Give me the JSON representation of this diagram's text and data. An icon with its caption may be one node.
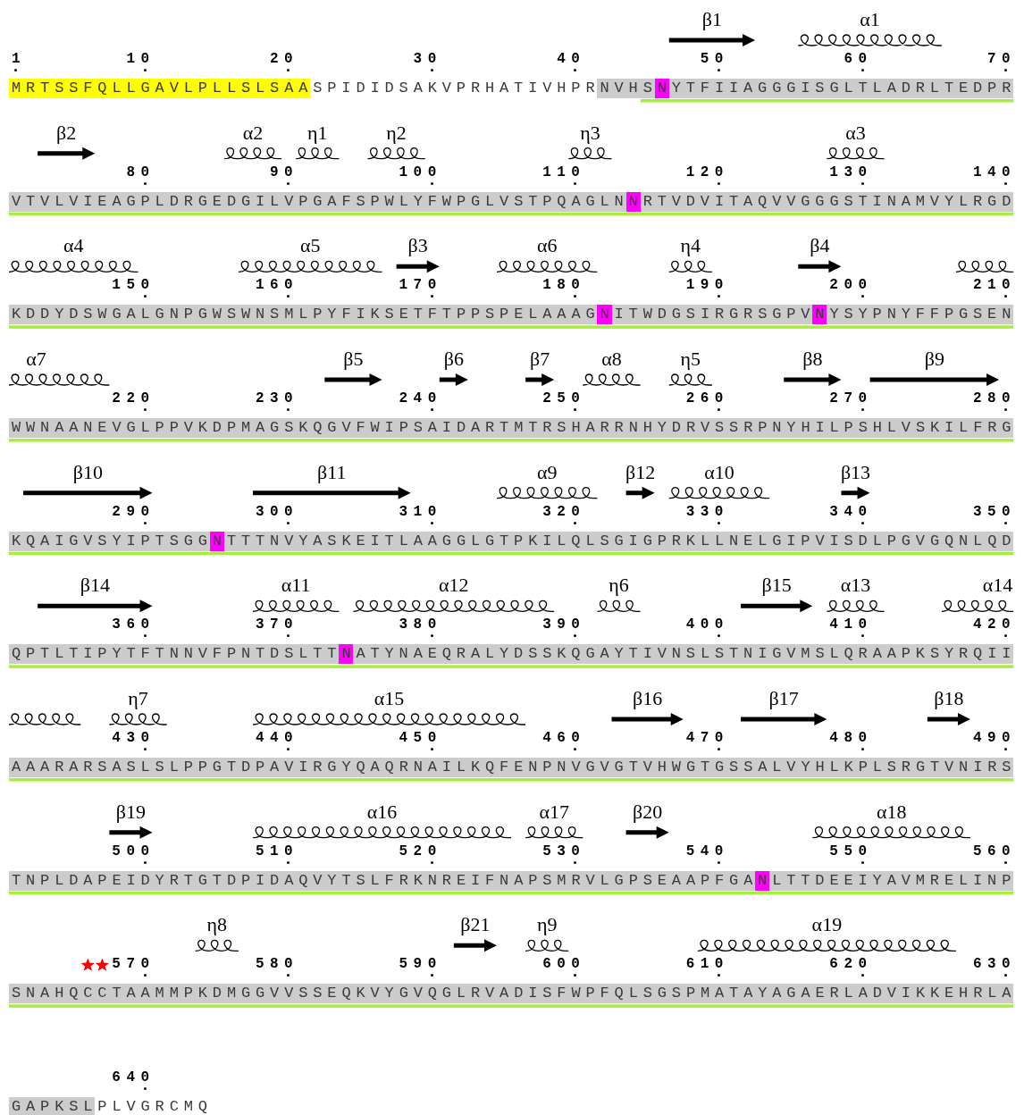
{
  "diagram": {
    "labels": [
      "β1",
      "α1",
      "1",
      "10",
      "20",
      "30",
      "40",
      "50",
      "60",
      "70",
      "MRTSSFQLLGAVLPLLSLSAA",
      "SPIDIDSAKVPRHATIVHPR",
      "NVHS",
      "N",
      "YTFIIAGGGISGLTLADRLTEDPR",
      "β2",
      "α2",
      "η1",
      "η2",
      "η3",
      "α3",
      "80",
      "90",
      "100",
      "110",
      "120",
      "130",
      "140",
      "VTVLVIEAGPLDRGEDGILVPGAFSPWLYFWPGLVSTPQAGLN",
      "N",
      "RTVDVITAQVVGGGSTINAMVYLRGD",
      "α4",
      "α5",
      "β3",
      "α6",
      "η4",
      "β4",
      "150",
      "160",
      "170",
      "180",
      "190",
      "200",
      "210",
      "KDDYDSWGALGNPGWSWNSMLPYFIKSETFTPPSPELAAAG",
      "N",
      "ITWDGSIRGRSGPV",
      "N",
      "YSYPNYFFPGSEN",
      "α7",
      "β5",
      "β6",
      "β7",
      "α8",
      "η5",
      "β8",
      "β9",
      "220",
      "230",
      "240",
      "250",
      "260",
      "270",
      "280",
      "WWNAANEVGLPPVKDPMAGSKQGVFWIPSAIDARTMTRSHARRNHYDRVSSRPNYHILPSHLVSKILFRG",
      "β10",
      "β11",
      "α9",
      "β12",
      "α10",
      "β13",
      "290",
      "300",
      "310",
      "320",
      "330",
      "340",
      "350",
      "KQAIGVSYIPTSGG",
      "N",
      "TTTNVYASKEITLAAGGLGTPKILQLSGIGPRKLLNELGIPVISDLPGVGQNLQD",
      "β14",
      "α11",
      "α12",
      "η6",
      "β15",
      "α13",
      "α14",
      "360",
      "370",
      "380",
      "390",
      "400",
      "410",
      "420",
      "QPTLTIPYTFTNNVFPNTDSLTT",
      "N",
      "ATYNAEQRALYDSSKQGAYTIVNSLSTNIGVMSLQRAAPKSYRQII",
      "η7",
      "α15",
      "β16",
      "β17",
      "β18",
      "430",
      "440",
      "450",
      "460",
      "470",
      "480",
      "490",
      "AAARARSASLSLPPGTDPAVIRGYQAQRNAILKQFENPNVGVGTVHWGTGSSALVYHLKPLSRGTVNIRS",
      "β19",
      "α16",
      "α17",
      "β20",
      "α18",
      "500",
      "510",
      "520",
      "530",
      "540",
      "550",
      "560",
      "TNPLDAPEIDYRTGTDPIDAQVYTSLFRKNREIFNAPSMRVLGPSEAAPFGA",
      "N",
      "LTTDEEIYAVMRELINP",
      "η8",
      "β21",
      "η9",
      "α19",
      "570",
      "580",
      "590",
      "600",
      "610",
      "620",
      "630",
      "SNAHQCCTAAMMPKDMGGVVSSEQKVYGVQGLRVADISFWPFQLSGSPMATAYAGAERLADVIKKEHRLA",
      "640",
      "GAPKSL",
      "PLVGRCMQ"
    ]
  }
}
